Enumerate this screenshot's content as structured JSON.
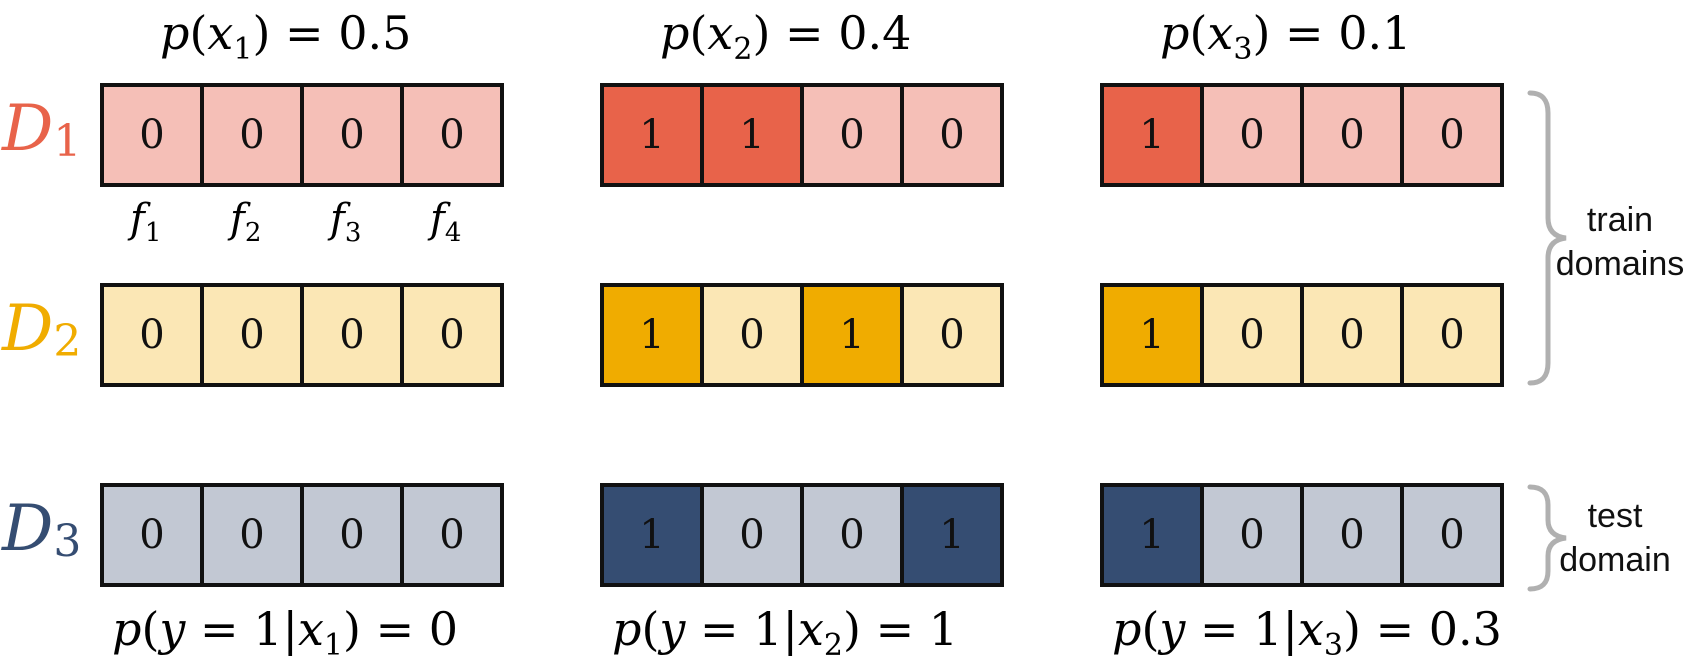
{
  "colors": {
    "d1_dark": "#E8634A",
    "d1_light": "#F5BFB7",
    "d2_dark": "#F0AC00",
    "d2_light": "#FBE7B5",
    "d3_dark": "#354D72",
    "d3_light": "#C2C8D3",
    "brace": "#B0B0B0"
  },
  "top_labels": [
    {
      "x": "x",
      "sub": "1",
      "value": "0.5"
    },
    {
      "x": "x",
      "sub": "2",
      "value": "0.4"
    },
    {
      "x": "x",
      "sub": "3",
      "value": "0.1"
    }
  ],
  "bottom_labels": [
    {
      "sub": "1",
      "value": "0"
    },
    {
      "sub": "2",
      "value": "1"
    },
    {
      "sub": "3",
      "value": "0.3"
    }
  ],
  "feature_labels": [
    {
      "f": "f",
      "sub": "1"
    },
    {
      "f": "f",
      "sub": "2"
    },
    {
      "f": "f",
      "sub": "3"
    },
    {
      "f": "f",
      "sub": "4"
    }
  ],
  "domains": [
    {
      "letter": "D",
      "sub": "1",
      "color_key": "d1",
      "groups": [
        [
          "0",
          "0",
          "0",
          "0"
        ],
        [
          "1",
          "1",
          "0",
          "0"
        ],
        [
          "1",
          "0",
          "0",
          "0"
        ]
      ]
    },
    {
      "letter": "D",
      "sub": "2",
      "color_key": "d2",
      "groups": [
        [
          "0",
          "0",
          "0",
          "0"
        ],
        [
          "1",
          "0",
          "1",
          "0"
        ],
        [
          "1",
          "0",
          "0",
          "0"
        ]
      ]
    },
    {
      "letter": "D",
      "sub": "3",
      "color_key": "d3",
      "groups": [
        [
          "0",
          "0",
          "0",
          "0"
        ],
        [
          "1",
          "0",
          "0",
          "1"
        ],
        [
          "1",
          "0",
          "0",
          "0"
        ]
      ]
    }
  ],
  "brace_labels": {
    "train": [
      "train",
      "domains"
    ],
    "test": [
      "test",
      "domain"
    ]
  }
}
